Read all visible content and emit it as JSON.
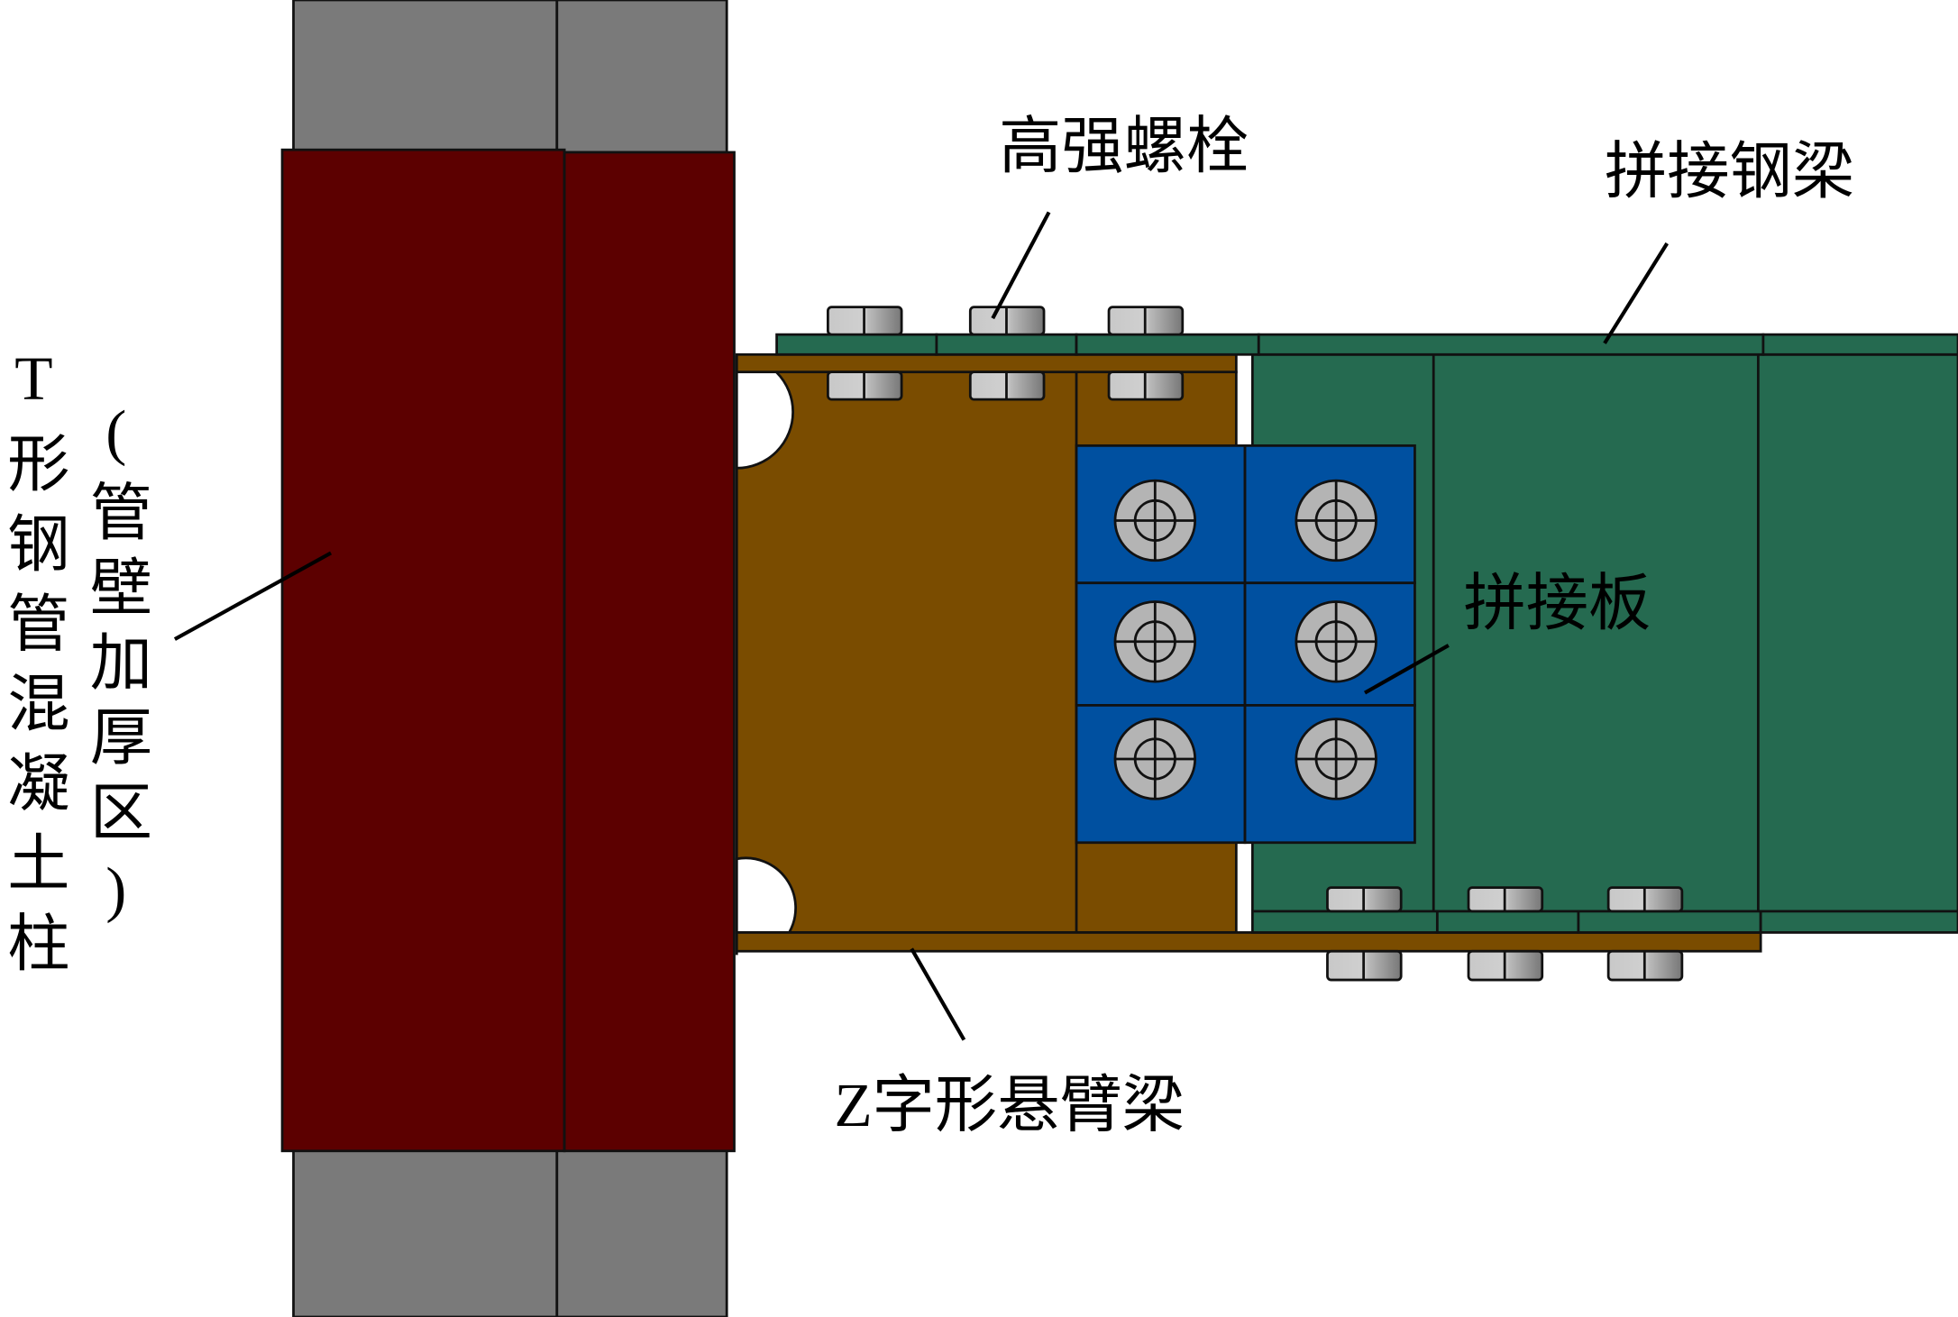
{
  "labels": {
    "bolts": "高强螺栓",
    "splice_beam": "拼接钢梁",
    "splice_plate": "拼接板",
    "cantilever_beam": "Z字形悬臂梁",
    "column": "T形钢管混凝土柱",
    "thickened_zone": "(管壁加厚区)"
  },
  "colors": {
    "column_steel": "#7a7a7a",
    "thickened_zone": "#5c0000",
    "cantilever": "#7a4c00",
    "splice_beam": "#256a50",
    "splice_plate": "#0050a0",
    "bolt": "#b4b4b4"
  }
}
